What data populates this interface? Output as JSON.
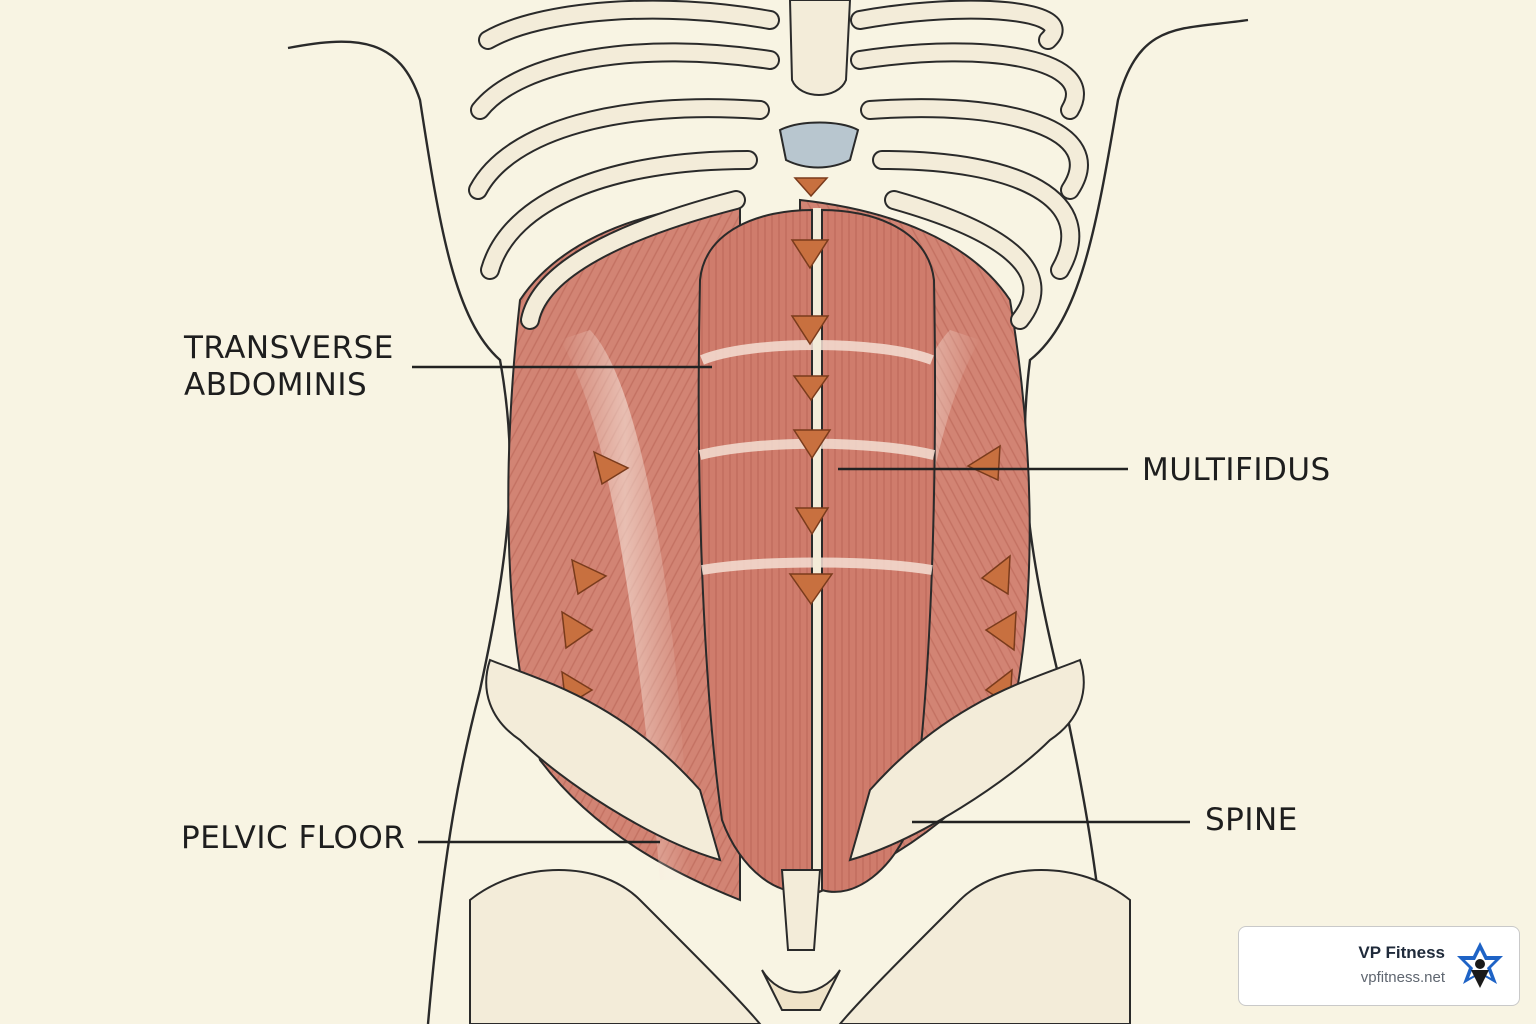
{
  "labels": {
    "transverse_abdominis": [
      "TRANSVERSE",
      "ABDOMINIS"
    ],
    "multifidus": "MULTIFIDUS",
    "pelvic_floor": "PELVIC FLOOR",
    "spine": "SPINE"
  },
  "brand": {
    "name": "VP Fitness",
    "url": "vpfitness.net"
  },
  "colors": {
    "background": "#f8f4e3",
    "muscle": "#cf7c6c",
    "muscle_dark": "#b45e50",
    "bone": "#f3ecd9",
    "outline": "#2a2a2a",
    "tendon_marker": "#c8703f",
    "logo_blue": "#1e63c6"
  },
  "icons": {
    "brand_logo": "vp-star-logo-icon"
  }
}
